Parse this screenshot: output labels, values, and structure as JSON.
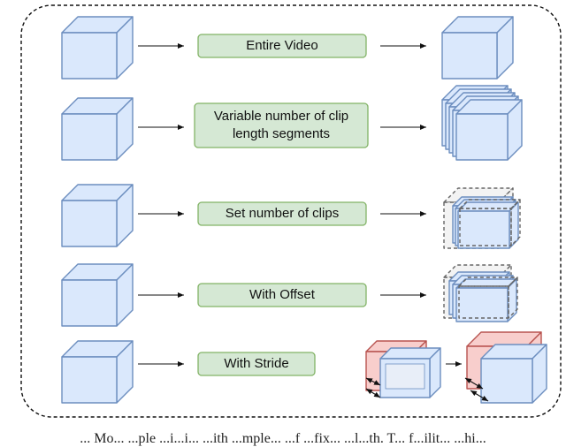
{
  "rows": [
    {
      "label": "Entire Video"
    },
    {
      "label": "Variable number of clip length segments"
    },
    {
      "label": "Set number of clips"
    },
    {
      "label": "With Offset"
    },
    {
      "label": "With Stride"
    }
  ],
  "caption": "... Mo... ...ple ...i...i... ...ith ...mple... ...f ...fix... ...l...th. T... f...ilit... ...hi...",
  "colors": {
    "cube_face": "#dae8fc",
    "cube_edge": "#6c8ebf",
    "box_fill": "#d5e8d4",
    "box_stroke": "#82b366",
    "clip_red": "#f8cecc",
    "clip_red_edge": "#b85450",
    "dashed_edge": "#666666"
  }
}
